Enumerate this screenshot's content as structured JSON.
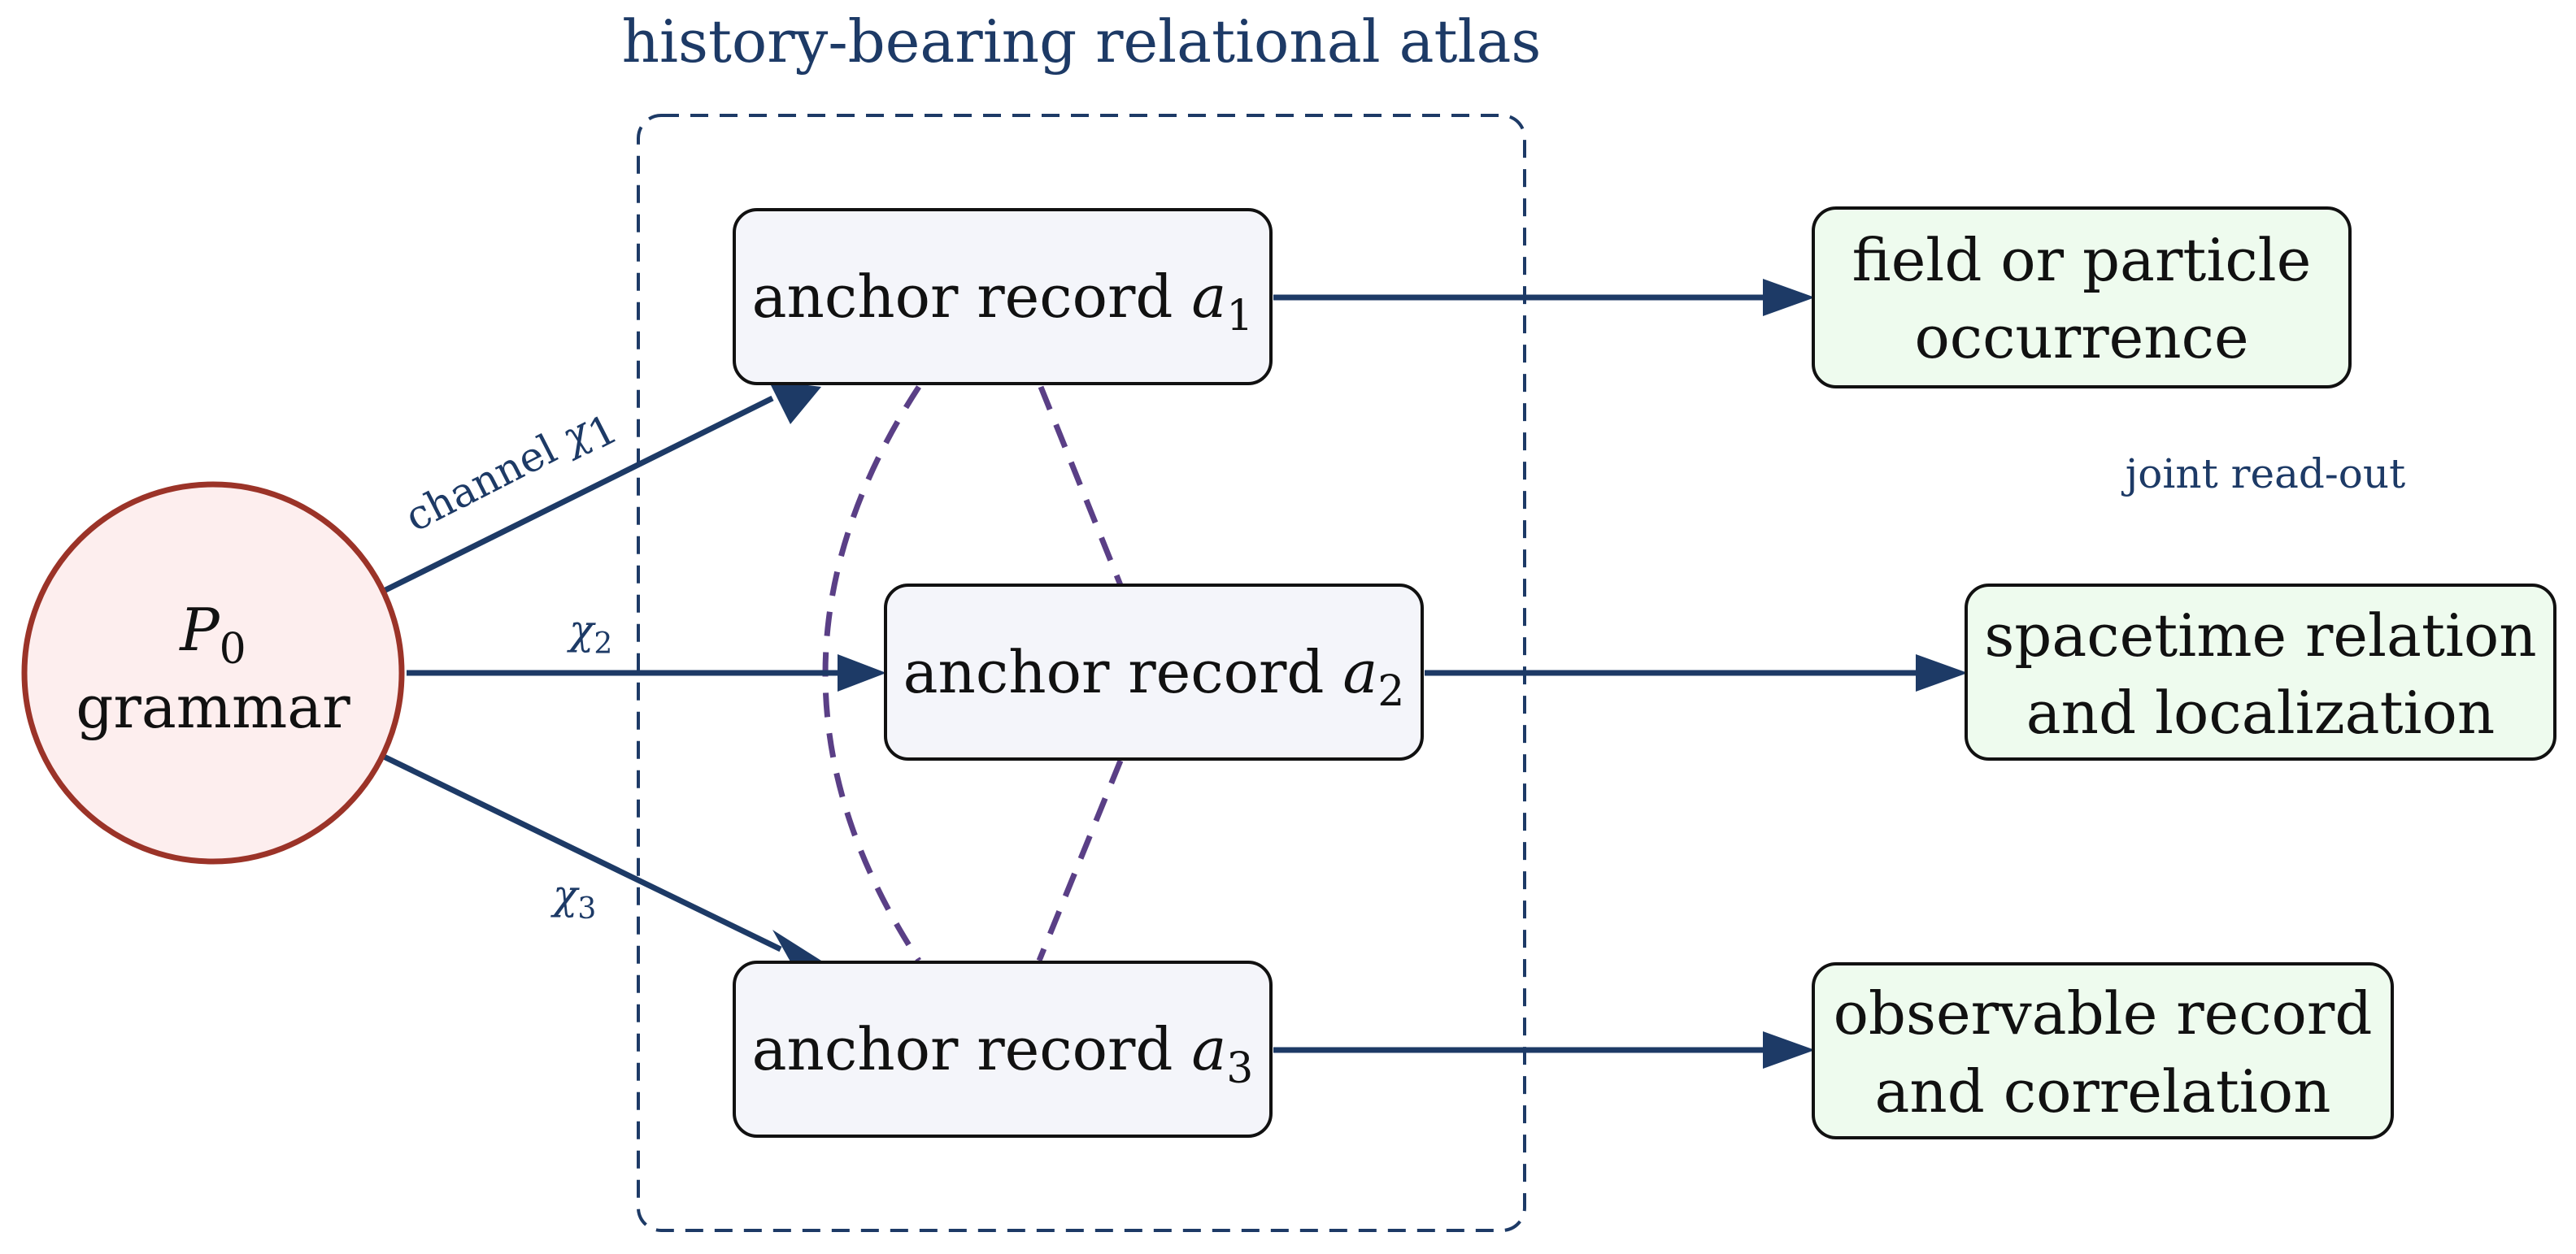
{
  "atlas": {
    "title": "history-bearing relational atlas"
  },
  "source": {
    "symbol": "P",
    "subscript": "0",
    "label": "grammar"
  },
  "anchors": [
    {
      "text": "anchor record ",
      "var": "a",
      "sub": "1"
    },
    {
      "text": "anchor record ",
      "var": "a",
      "sub": "2"
    },
    {
      "text": "anchor record ",
      "var": "a",
      "sub": "3"
    }
  ],
  "channels": [
    {
      "prefix": "channel ",
      "symbol": "χ",
      "sub": "1"
    },
    {
      "prefix": "",
      "symbol": "χ",
      "sub": "2"
    },
    {
      "prefix": "",
      "symbol": "χ",
      "sub": "3"
    }
  ],
  "outputs": [
    {
      "line1": "field or particle",
      "line2": "occurrence"
    },
    {
      "line1": "spacetime relation",
      "line2": "and localization"
    },
    {
      "line1": "observable record",
      "line2": "and correlation"
    }
  ],
  "readout": {
    "label": "joint read-out"
  },
  "colors": {
    "navy": "#1d3a66",
    "source_stroke": "#9b3328",
    "source_fill": "#fdeeee",
    "anchor_fill": "#f4f5fa",
    "output_fill": "#eefbee",
    "correlation": "#5a3f86"
  }
}
